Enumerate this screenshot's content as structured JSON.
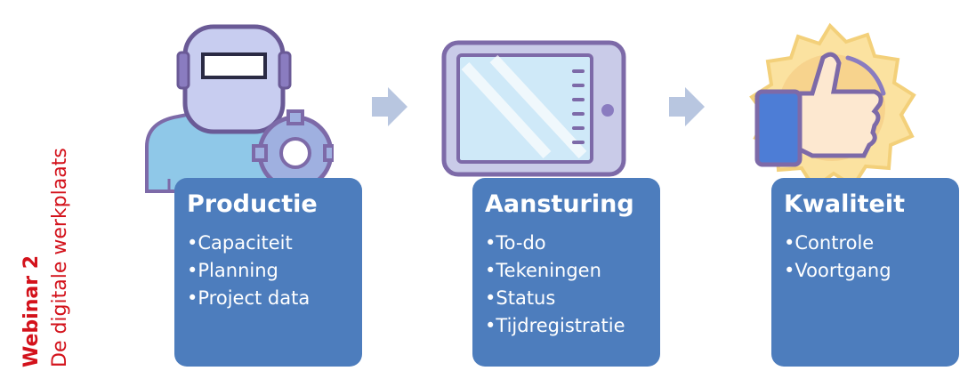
{
  "title": {
    "line1": "Webinar 2",
    "line2": "De digitale werkplaats"
  },
  "cards": [
    {
      "heading": "Productie",
      "items": [
        "Capaciteit",
        "Planning",
        "Project data"
      ]
    },
    {
      "heading": "Aansturing",
      "items": [
        "To-do",
        "Tekeningen",
        "Status",
        "Tijdregistratie"
      ]
    },
    {
      "heading": "Kwaliteit",
      "items": [
        "Controle",
        "Voortgang"
      ]
    }
  ],
  "colors": {
    "title": "#d3121b",
    "card": "#4d7dbd",
    "arrow": "#b8c6e0"
  },
  "icons": [
    "welder-with-gear-icon",
    "tablet-icon",
    "thumbs-up-badge-icon"
  ]
}
